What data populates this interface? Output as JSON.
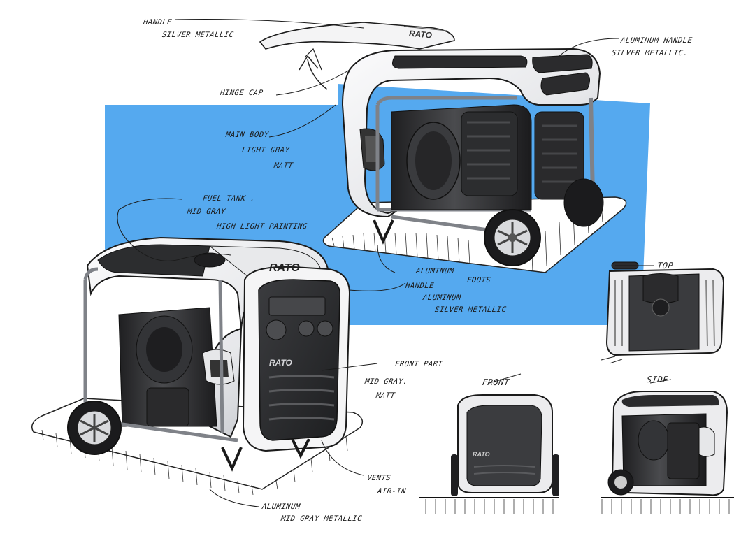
{
  "brand": "RATO",
  "notes": {
    "handle_top_1": "HANDLE",
    "handle_top_2": "SILVER METALLIC",
    "alu_handle_1": "ALUMINUM HANDLE",
    "alu_handle_2": "SILVER METALLIC.",
    "hinge_cap": "HINGE CAP",
    "main_body_1": "MAIN BODY",
    "main_body_2": "LIGHT GRAY",
    "main_body_3": "MATT",
    "fuel_tank_1": "FUEL TANK .",
    "fuel_tank_2": "MID GRAY",
    "fuel_tank_3": "HIGH LIGHT PAINTING",
    "alu_foots_1": "ALUMINUM",
    "alu_foots_2": "FOOTS",
    "handle_alu_1": "HANDLE",
    "handle_alu_2": "ALUMINUM",
    "handle_alu_3": "SILVER METALLIC",
    "front_part_1": "FRONT PART",
    "front_part_2": "MID GRAY.",
    "front_part_3": "MATT",
    "vents_1": "VENTS",
    "vents_2": "AIR-IN",
    "alu_bottom_1": "ALUMINUM",
    "alu_bottom_2": "MID GRAY METALLIC"
  },
  "views": {
    "top": "TOP",
    "front": "FRONT",
    "side": "SIDE"
  },
  "colors": {
    "accent_blue": "#55a9ef",
    "body_gray": "#e9eaec",
    "dark": "#2b2b2d"
  }
}
